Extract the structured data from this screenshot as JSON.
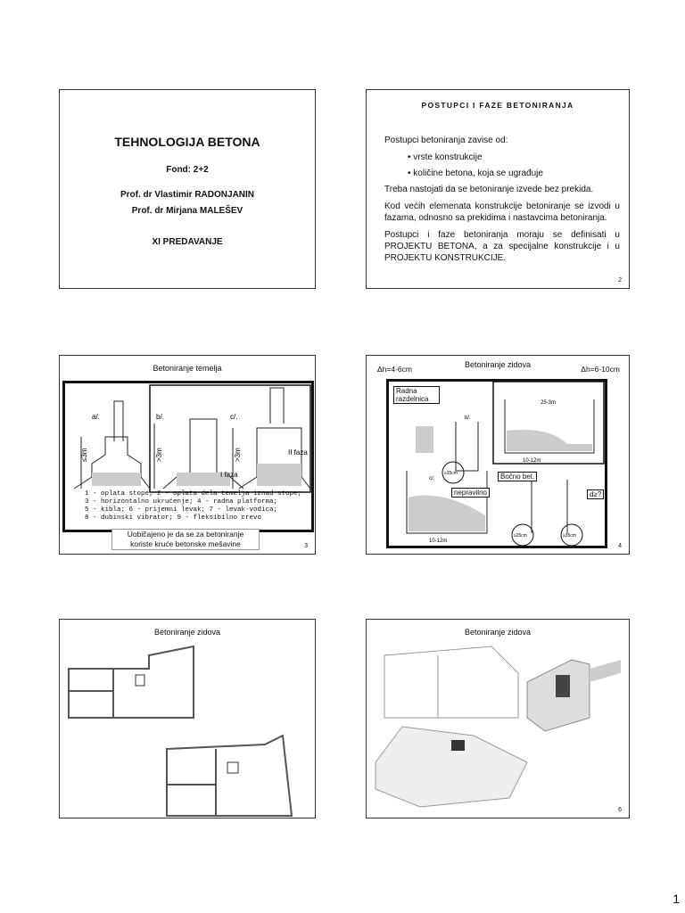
{
  "slides": [
    {
      "title": "TEHNOLOGIJA BETONA",
      "fond": "Fond: 2+2",
      "authors": [
        "Prof. dr Vlastimir RADONJANIN",
        "Prof. dr Mirjana MALEŠEV"
      ],
      "lecture": "XI PREDAVANJE"
    },
    {
      "heading": "POSTUPCI I FAZE BETONIRANJA",
      "intro": "Postupci betoniranja zavise od:",
      "bullets": [
        "vrste konstrukcije",
        "količine betona, koja se ugrađuje"
      ],
      "paragraphs": [
        "Treba nastojati da se betoniranje izvede bez prekida.",
        "Kod većih elemenata konstrukcije betoniranje se izvodi u fazama, odnosno sa prekidima i nastavcima betoniranja.",
        "Postupci i faze betoniranja moraju se definisati u PROJEKTU BETONA, a za specijalne konstrukcije i u PROJEKTU KONSTRUKCIJE."
      ],
      "number": "2"
    },
    {
      "title": "Betoniranje temelja",
      "figure_labels": [
        "a/.",
        "b/.",
        "c/.",
        "≤3m",
        ">3m",
        ">3m",
        "I faza",
        "II faza"
      ],
      "legend": [
        "1 - oplata stope; 2 - oplata dela temelja iznad stope;",
        "3 - horizontalno ukrućenje; 4 - radna platforma;",
        "5 - kibla; 6 - prijemni levak; 7 - levak-vodica;",
        "8 - dubinski vibrator; 9 - fleksibilno crevo"
      ],
      "note": [
        "Uobičajeno je da se za betoniranje",
        "koriste kruće betonske mešavine"
      ],
      "number": "3"
    },
    {
      "title": "Betoniranje zidova",
      "dh_left": "Δh=4-6cm",
      "dh_right": "Δh=6-10cm",
      "labels": [
        "Radna razdelnica",
        "nepravilno",
        "Bočno bet.",
        "d≥?"
      ],
      "dims": [
        "b/.",
        "c/.",
        "≥35cm",
        "≥25cm",
        "≥35cm",
        "10-12m",
        "10-12m",
        "25-3m"
      ],
      "number": "4"
    },
    {
      "title": "Betoniranje zidova"
    },
    {
      "title": "Betoniranje zidova",
      "number": "6"
    }
  ],
  "page_number": "1"
}
